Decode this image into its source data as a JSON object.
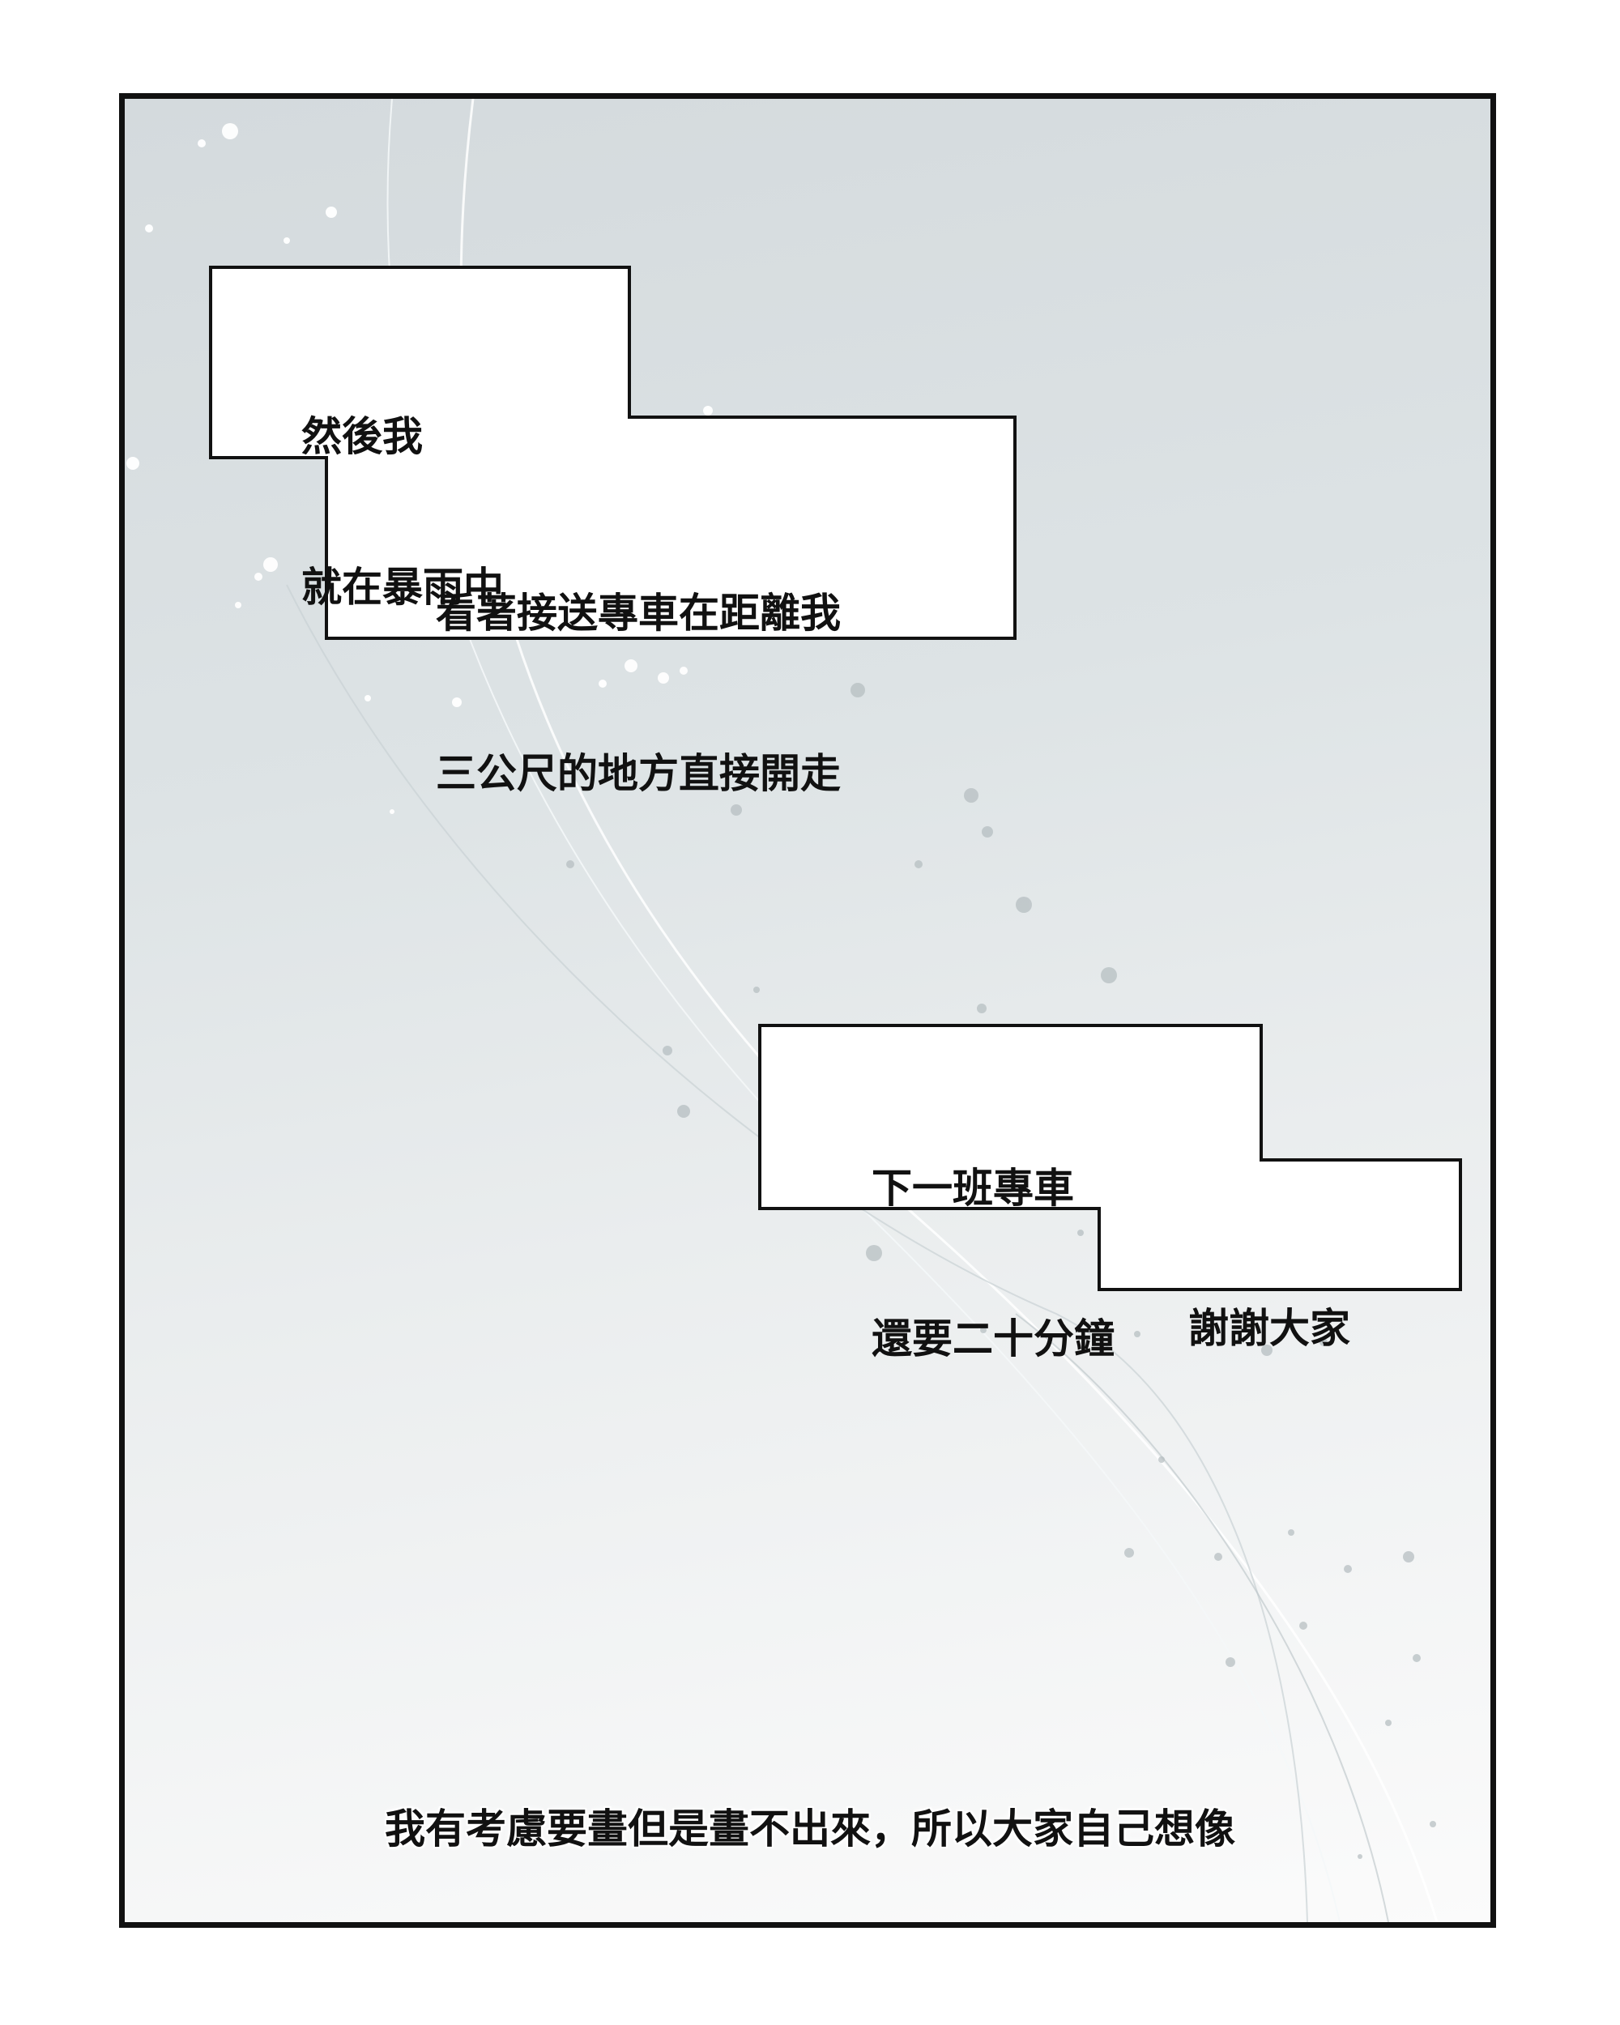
{
  "captions": {
    "first_line1": "然後我",
    "first_line2": "就在暴雨中",
    "second_line1": "看著接送專車在距離我",
    "second_line2": "三公尺的地方直接開走",
    "third_line1": "下一班專車",
    "third_line2": "還要二十分鐘",
    "fourth": "謝謝大家"
  },
  "footer_note": "我有考慮要畫但是畫不出來，所以大家自己想像",
  "colors": {
    "panel_border": "#111111",
    "caption_fill": "#ffffff",
    "background_top": "#d4dadd",
    "background_bottom": "#fbfbfb",
    "text": "#111111"
  }
}
